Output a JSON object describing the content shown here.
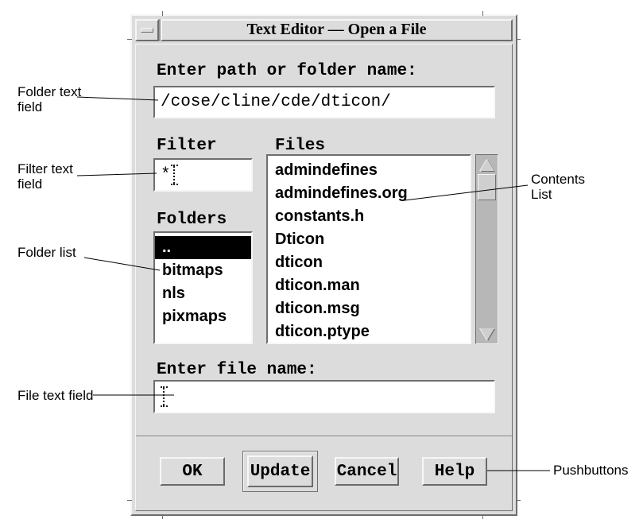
{
  "window": {
    "title": "Text Editor — Open a File",
    "path_section": {
      "label": "Enter path or folder name:",
      "value": "/cose/cline/cde/dticon/"
    },
    "filter_section": {
      "label": "Filter",
      "value": "*"
    },
    "files_section": {
      "label": "Files",
      "items": [
        "admindefines",
        "admindefines.org",
        "constants.h",
        "Dticon",
        "dticon",
        "dticon.man",
        "dticon.msg",
        "dticon.ptype"
      ]
    },
    "folders_section": {
      "label": "Folders",
      "items": [
        "..",
        "bitmaps",
        "nls",
        "pixmaps"
      ],
      "selected_index": 0
    },
    "filename_section": {
      "label": "Enter file name:",
      "value": ""
    },
    "buttons": {
      "ok": "OK",
      "update": "Update",
      "cancel": "Cancel",
      "help": "Help"
    }
  },
  "icons": {
    "window_menu": "window-menu-dash",
    "scroll_up": "up-arrow",
    "scroll_down": "down-arrow",
    "text_cursor": "i-beam"
  },
  "callouts": {
    "folder_text_field": "Folder text\nfield",
    "filter_text_field": "Filter text\nfield",
    "folder_list": "Folder list",
    "file_text_field": "File text field",
    "contents_list": "Contents\nList",
    "pushbuttons": "Pushbuttons"
  },
  "colors": {
    "dialog_bg": "#dcdcdc",
    "field_bg": "#ffffff",
    "bevel_highlight": "#f5f5f5",
    "bevel_shadow": "#6e6e6e",
    "selection_bg": "#000000",
    "selection_fg": "#ffffff",
    "scrollbar_trough": "#b7b7b7",
    "text": "#000000"
  }
}
